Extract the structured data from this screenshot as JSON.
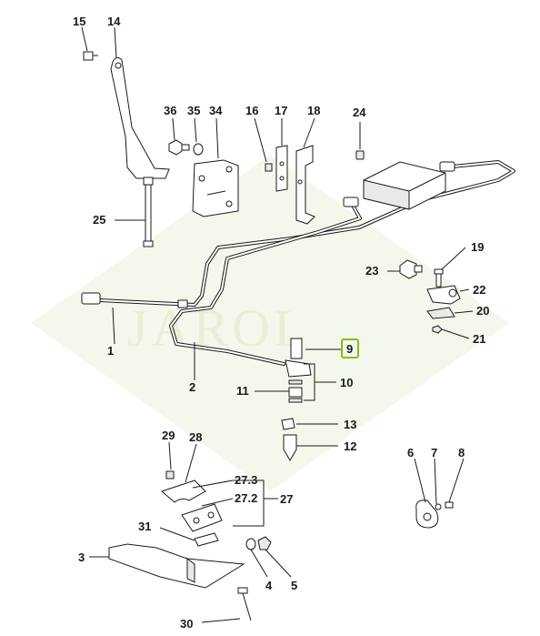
{
  "watermark": {
    "text": "JAROL",
    "color": "#e7efd7"
  },
  "highlight_color": "#7cc21f",
  "callouts": {
    "c1": "1",
    "c2": "2",
    "c3": "3",
    "c4": "4",
    "c5": "5",
    "c6": "6",
    "c7": "7",
    "c8": "8",
    "c9": "9",
    "c10": "10",
    "c11": "11",
    "c12": "12",
    "c13": "13",
    "c14": "14",
    "c15": "15",
    "c16": "16",
    "c17": "17",
    "c18": "18",
    "c19": "19",
    "c20": "20",
    "c21": "21",
    "c22": "22",
    "c23": "23",
    "c24": "24",
    "c25": "25",
    "c27": "27",
    "c27_2": "27.2",
    "c27_3": "27.3",
    "c28": "28",
    "c29": "29",
    "c30": "30",
    "c31": "31",
    "c34": "34",
    "c35": "35",
    "c36": "36"
  },
  "selected_callout": "9"
}
